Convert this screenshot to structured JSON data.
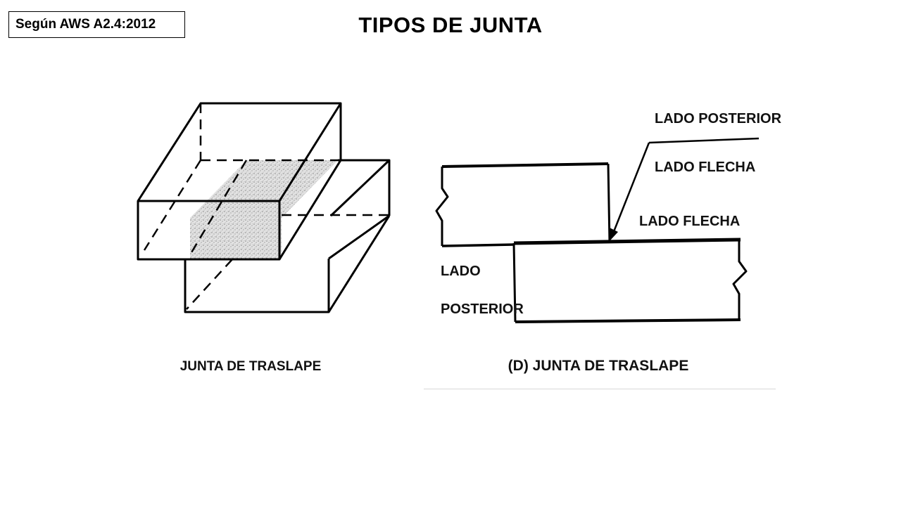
{
  "header": {
    "standard_label": "Según AWS A2.4:2012",
    "title": "TIPOS DE JUNTA"
  },
  "left_figure": {
    "caption": "JUNTA DE TRASLAPE"
  },
  "right_figure": {
    "label_top_back": "LADO POSTERIOR",
    "label_top_arrow": "LADO FLECHA",
    "label_mid_arrow": "LADO FLECHA",
    "label_bottom_back_1": "LADO",
    "label_bottom_back_2": "POSTERIOR",
    "caption": "(D) JUNTA DE TRASLAPE"
  },
  "colors": {
    "stroke": "#000000",
    "overlap_fill": "#d0d0d0"
  }
}
